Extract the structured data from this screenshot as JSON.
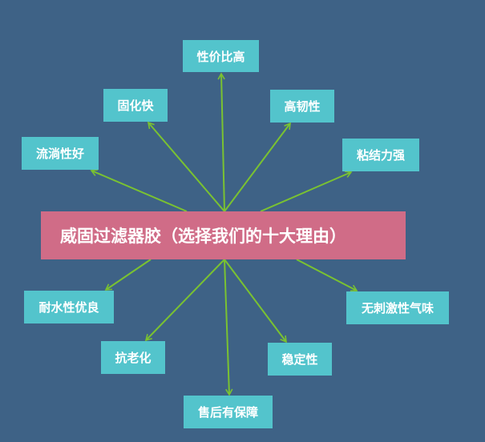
{
  "title": "威固过滤器胶（选择我们的十大理由）",
  "reasons": [
    "性价比高",
    "固化快",
    "高韧性",
    "流淌性好",
    "粘结力强",
    "耐水性优良",
    "无刺激性气味",
    "抗老化",
    "稳定性",
    "售后有保障"
  ],
  "colors": {
    "background": "#3e6286",
    "node": "#53c4cc",
    "center": "#d06c87",
    "arrow": "#7ac231"
  }
}
